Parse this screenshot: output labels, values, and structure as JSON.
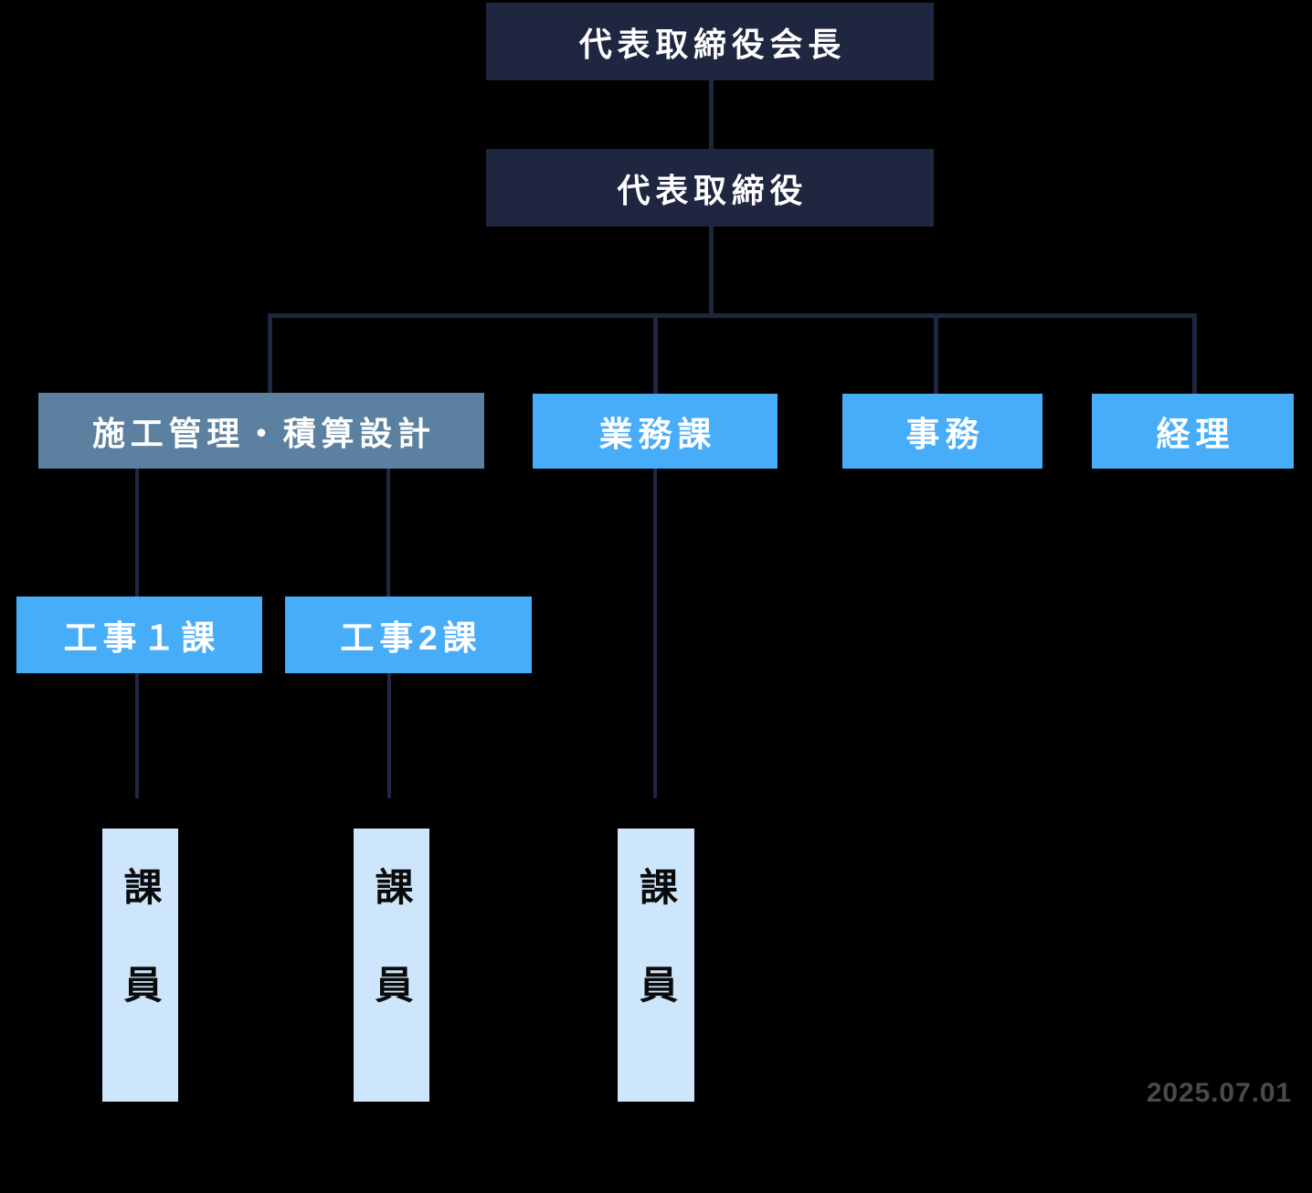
{
  "colors": {
    "bg": "#000000",
    "navy": "#1f2640",
    "steel": "#5b80a0",
    "blue": "#47adf9",
    "pale": "#cde6fc",
    "line": "#1e2740",
    "text_light": "#ffffff",
    "text_dark": "#0a0a0a",
    "date_color": "#4a4a4a"
  },
  "footer": {
    "date": "2025.07.01"
  },
  "nodes": {
    "chairman": {
      "label": "代表取締役会長"
    },
    "president": {
      "label": "代表取締役"
    },
    "construction": {
      "label": "施工管理・積算設計"
    },
    "operations": {
      "label": "業務課"
    },
    "admin": {
      "label": "事務"
    },
    "accounting": {
      "label": "経理"
    },
    "works1": {
      "label": "工事１課"
    },
    "works2": {
      "label": "工事2課"
    },
    "staff_works1": {
      "label": "課員"
    },
    "staff_works2": {
      "label": "課員"
    },
    "staff_operations": {
      "label": "課員"
    }
  },
  "hierarchy": [
    {
      "parent": "代表取締役会長",
      "children": [
        "代表取締役"
      ]
    },
    {
      "parent": "代表取締役",
      "children": [
        "施工管理・積算設計",
        "業務課",
        "事務",
        "経理"
      ]
    },
    {
      "parent": "施工管理・積算設計",
      "children": [
        "工事１課",
        "工事2課"
      ]
    },
    {
      "parent": "工事１課",
      "children": [
        "課員"
      ]
    },
    {
      "parent": "工事2課",
      "children": [
        "課員"
      ]
    },
    {
      "parent": "業務課",
      "children": [
        "課員"
      ]
    }
  ]
}
